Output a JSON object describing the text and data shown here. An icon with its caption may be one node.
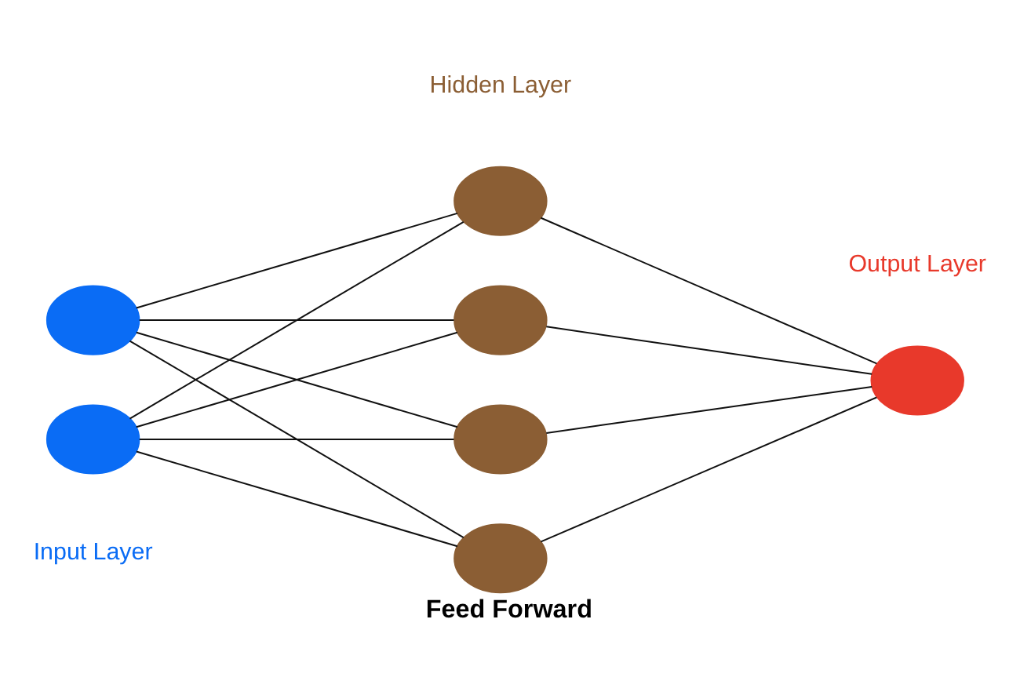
{
  "diagram": {
    "caption": "Feed Forward",
    "nodes": [
      {
        "text": [],
        "shape": "circle"
      },
      {
        "text": [],
        "shape": "circle"
      },
      {
        "text": [],
        "shape": "circle"
      },
      {
        "text": [],
        "shape": "circle"
      },
      {
        "text": [],
        "shape": "circle"
      },
      {
        "text": [],
        "shape": "circle"
      },
      {
        "text": [],
        "shape": "circle"
      }
    ],
    "edges": [
      {
        "from": 0,
        "to": 2,
        "arrow": "none"
      },
      {
        "from": 0,
        "to": 3,
        "arrow": "none"
      },
      {
        "from": 0,
        "to": 4,
        "arrow": "none"
      },
      {
        "from": 0,
        "to": 5,
        "arrow": "none"
      },
      {
        "from": 1,
        "to": 2,
        "arrow": "none"
      },
      {
        "from": 1,
        "to": 3,
        "arrow": "none"
      },
      {
        "from": 1,
        "to": 4,
        "arrow": "none"
      },
      {
        "from": 1,
        "to": 5,
        "arrow": "none"
      },
      {
        "from": 2,
        "to": 6,
        "arrow": "none"
      },
      {
        "from": 3,
        "to": 6,
        "arrow": "none"
      },
      {
        "from": 4,
        "to": 6,
        "arrow": "none"
      },
      {
        "from": 5,
        "to": 6,
        "arrow": "none"
      }
    ],
    "labels": [
      "Hidden Layer",
      "Input Layer",
      "Output Layer"
    ]
  }
}
